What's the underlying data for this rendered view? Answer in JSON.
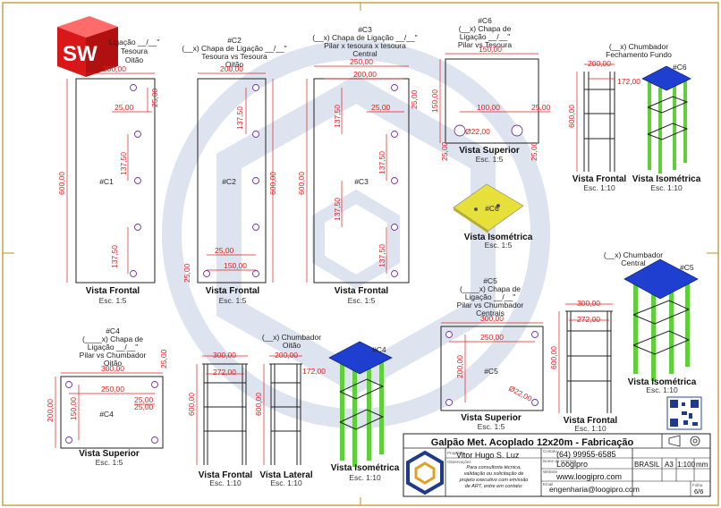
{
  "colors": {
    "border": "#c8a24a",
    "dim": "#e02020",
    "line": "#222222",
    "blue": "#1f3fd0",
    "green": "#5fcf3a",
    "yellow": "#e8e03a",
    "wm": "#dde3ef"
  },
  "logo_text": "SW",
  "drawing": {
    "c1": {
      "title": [
        "(__x) Chapa de",
        "Ligação __/__\"",
        "Tesoura",
        "Oitão"
      ],
      "label": "#C1",
      "dims": {
        "w": "200,00",
        "a": "25,00",
        "b": "25,00",
        "h": "600,00",
        "s1": "137,50",
        "s2": "137,50"
      },
      "view": "Vista Frontal",
      "scale": "Esc. 1:5"
    },
    "c2": {
      "title": [
        "#C2",
        "(__x) Chapa de Ligação __/__\"",
        "Tesoura vs Tesoura",
        "Oitão"
      ],
      "label": "#C2",
      "dims": {
        "w": "200,00",
        "s1": "137,50",
        "h": "600,00",
        "a": "25,00",
        "b": "25,00",
        "c": "150,00"
      },
      "view": "Vista Frontal",
      "scale": "Esc. 1:5"
    },
    "c3": {
      "title": [
        "#C3",
        "(__x) Chapa de Ligação __/__\"",
        "Pilar x tesoura x tesoura",
        "Central"
      ],
      "label": "#C3",
      "dims": {
        "w1": "250,00",
        "w2": "200,00",
        "a": "25,00",
        "b": "25,00",
        "h": "600,00",
        "s1": "137,50",
        "s2": "137,50",
        "s3": "137,50",
        "s4": "137,50"
      },
      "view": "Vista Frontal",
      "scale": "Esc. 1:5"
    },
    "c6": {
      "title": [
        "#C6",
        "(__x) Chapa de",
        "Ligação __/__\"",
        "Pilar vs Tesoura"
      ],
      "label": "#C6",
      "iso_label": "#C6",
      "dims": {
        "w": "150,00",
        "h": "150,00",
        "c": "100,00",
        "a": "25,00",
        "b": "25,00",
        "d": "Ø22,00",
        "e": "25,00",
        "f": "25,00"
      },
      "view": "Vista Superior",
      "scale": "Esc. 1:5",
      "iso_view": "Vista Isométrica",
      "iso_scale": "Esc. 1:5"
    },
    "ch_fund": {
      "title": [
        "(__x) Chumbador",
        "Fechamento Fundo"
      ],
      "dims": {
        "w": "200,00",
        "a": "172,00",
        "h": "600,00"
      },
      "view": "Vista Frontal",
      "scale": "Esc. 1:10",
      "iso_label": "#C6",
      "iso_view": "Vista Isométrica",
      "iso_scale": "Esc. 1:10"
    },
    "c4": {
      "title": [
        "#C4",
        "(____x) Chapa de",
        "Ligação __/__\"",
        "Pilar vs Chumbador",
        "Oitão"
      ],
      "label": "#C4",
      "dims": {
        "w": "300,00",
        "c": "250,00",
        "a": "25,00",
        "b": "25,00",
        "h": "200,00",
        "d": "150,00",
        "e": "25,00",
        "f": "25,00"
      },
      "view": "Vista Superior",
      "scale": "Esc. 1:5"
    },
    "ch_oitao": {
      "title": [
        "(__x) Chumbador",
        "Oitão"
      ],
      "dims": {
        "w": "300,00",
        "w2": "272,00",
        "h": "600,00",
        "w3": "200,00",
        "a": "172,00",
        "h2": "600,00"
      },
      "view1": "Vista Frontal",
      "scale1": "Esc. 1:10",
      "view2": "Vista Lateral",
      "scale2": "Esc. 1:10",
      "iso_label": "#C4",
      "iso_view": "Vista Isométrica",
      "iso_scale": "Esc. 1:10"
    },
    "c5": {
      "title": [
        "#C5",
        "(____x) Chapa de",
        "Ligação __/__\"",
        "Pilar vs Chumbador",
        "Centrais"
      ],
      "label": "#C5",
      "dims": {
        "w": "300,00",
        "c": "250,00",
        "h": "200,00",
        "d": "Ø22,00"
      },
      "view": "Vista Superior",
      "scale": "Esc. 1:5"
    },
    "ch_central": {
      "title": [
        "(__x) Chumbador",
        "Central"
      ],
      "dims": {
        "w": "300,00",
        "w2": "272,00",
        "h": "600,00"
      },
      "view": "Vista Frontal",
      "scale": "Esc. 1:10",
      "iso_label": "#C5",
      "iso_view": "Vista Isométrica",
      "iso_scale": "Esc. 1:10"
    }
  },
  "title_block": {
    "title": "Galpão Met. Acoplado 12x20m - Fabricação",
    "designer_label": "Projetista",
    "designer": "Vitor Hugo S. Luz",
    "contact_label": "Contato",
    "phone": "(64) 99955-6585",
    "notes_label": "Observações",
    "notes": [
      "Para consultoria técnica,",
      "validação ou solicitação de",
      "projeto executivo com emissão",
      "de ART, entre em contato:"
    ],
    "company_label": "Nome da empresa",
    "company": "Loogipro",
    "website_label": "Website",
    "website": "www.loogipro.com",
    "email_label": "Email",
    "email": "engenharia@loogipro.com",
    "country": "BRASIL",
    "size": "A3",
    "scale": "1:100",
    "unit": "mm",
    "page_label": "Folha",
    "page": "6/6"
  }
}
